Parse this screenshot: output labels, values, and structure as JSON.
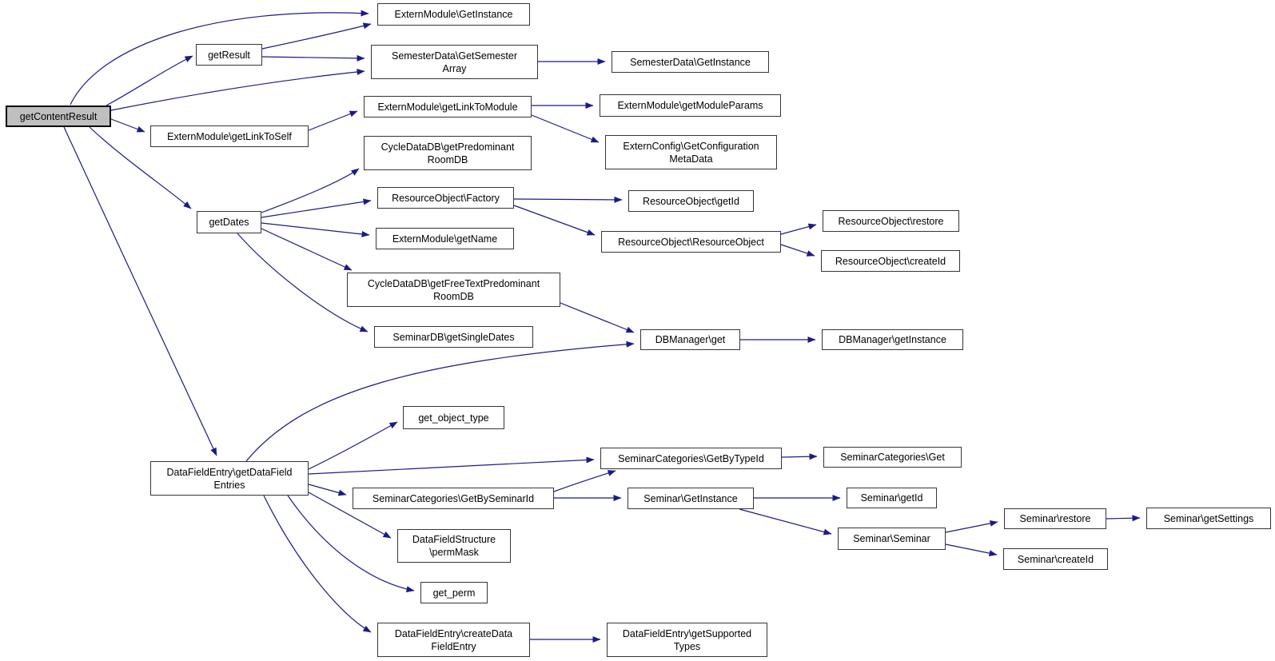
{
  "diagram": {
    "kind": "call-graph",
    "root": "getContentResult",
    "colors": {
      "edge": "#1b1b85",
      "node_border": "#35353a",
      "node_fill": "#ffffff",
      "root_fill": "#bfbfbf",
      "text": "#000000",
      "background": "#ffffff"
    }
  },
  "nodes": [
    {
      "id": "getContentResult",
      "label": "getContentResult"
    },
    {
      "id": "getResult",
      "label": "getResult"
    },
    {
      "id": "ExternModule\\GetInstance",
      "label": "ExternModule\\GetInstance"
    },
    {
      "id": "SemesterData\\GetSemesterArray",
      "label": "SemesterData\\GetSemester\nArray"
    },
    {
      "id": "SemesterData\\GetInstance",
      "label": "SemesterData\\GetInstance"
    },
    {
      "id": "ExternModule\\getLinkToModule",
      "label": "ExternModule\\getLinkToModule"
    },
    {
      "id": "ExternModule\\getLinkToSelf",
      "label": "ExternModule\\getLinkToSelf"
    },
    {
      "id": "CycleDataDB\\getPredominantRoomDB",
      "label": "CycleDataDB\\getPredominant\nRoomDB"
    },
    {
      "id": "ExternModule\\getModuleParams",
      "label": "ExternModule\\getModuleParams"
    },
    {
      "id": "ExternConfig\\GetConfigurationMetaData",
      "label": "ExternConfig\\GetConfiguration\nMetaData"
    },
    {
      "id": "getDates",
      "label": "getDates"
    },
    {
      "id": "ResourceObject\\Factory",
      "label": "ResourceObject\\Factory"
    },
    {
      "id": "ResourceObject\\getId",
      "label": "ResourceObject\\getId"
    },
    {
      "id": "ExternModule\\getName",
      "label": "ExternModule\\getName"
    },
    {
      "id": "ResourceObject\\ResourceObject",
      "label": "ResourceObject\\ResourceObject"
    },
    {
      "id": "ResourceObject\\restore",
      "label": "ResourceObject\\restore"
    },
    {
      "id": "ResourceObject\\createId",
      "label": "ResourceObject\\createId"
    },
    {
      "id": "CycleDataDB\\getFreeTextPredominantRoomDB",
      "label": "CycleDataDB\\getFreeTextPredominant\nRoomDB"
    },
    {
      "id": "SeminarDB\\getSingleDates",
      "label": "SeminarDB\\getSingleDates"
    },
    {
      "id": "DBManager\\get",
      "label": "DBManager\\get"
    },
    {
      "id": "DBManager\\getInstance",
      "label": "DBManager\\getInstance"
    },
    {
      "id": "get_object_type",
      "label": "get_object_type"
    },
    {
      "id": "DataFieldEntry\\getDataFieldEntries",
      "label": "DataFieldEntry\\getDataField\nEntries"
    },
    {
      "id": "SeminarCategories\\GetByTypeId",
      "label": "SeminarCategories\\GetByTypeId"
    },
    {
      "id": "SeminarCategories\\Get",
      "label": "SeminarCategories\\Get"
    },
    {
      "id": "SeminarCategories\\GetBySeminarId",
      "label": "SeminarCategories\\GetBySeminarId"
    },
    {
      "id": "Seminar\\GetInstance",
      "label": "Seminar\\GetInstance"
    },
    {
      "id": "Seminar\\getId",
      "label": "Seminar\\getId"
    },
    {
      "id": "Seminar\\Seminar",
      "label": "Seminar\\Seminar"
    },
    {
      "id": "Seminar\\restore",
      "label": "Seminar\\restore"
    },
    {
      "id": "Seminar\\getSettings",
      "label": "Seminar\\getSettings"
    },
    {
      "id": "Seminar\\createId",
      "label": "Seminar\\createId"
    },
    {
      "id": "DataFieldStructure\\permMask",
      "label": "DataFieldStructure\n\\permMask"
    },
    {
      "id": "get_perm",
      "label": "get_perm"
    },
    {
      "id": "DataFieldEntry\\createDataFieldEntry",
      "label": "DataFieldEntry\\createData\nFieldEntry"
    },
    {
      "id": "DataFieldEntry\\getSupportedTypes",
      "label": "DataFieldEntry\\getSupported\nTypes"
    }
  ],
  "edges": [
    {
      "from": "getContentResult",
      "to": "ExternModule\\GetInstance"
    },
    {
      "from": "getContentResult",
      "to": "getResult"
    },
    {
      "from": "getContentResult",
      "to": "SemesterData\\GetSemesterArray"
    },
    {
      "from": "getContentResult",
      "to": "ExternModule\\getLinkToSelf"
    },
    {
      "from": "getContentResult",
      "to": "getDates"
    },
    {
      "from": "getContentResult",
      "to": "DataFieldEntry\\getDataFieldEntries"
    },
    {
      "from": "getResult",
      "to": "ExternModule\\GetInstance"
    },
    {
      "from": "getResult",
      "to": "SemesterData\\GetSemesterArray"
    },
    {
      "from": "SemesterData\\GetSemesterArray",
      "to": "SemesterData\\GetInstance"
    },
    {
      "from": "ExternModule\\getLinkToSelf",
      "to": "ExternModule\\getLinkToModule"
    },
    {
      "from": "ExternModule\\getLinkToModule",
      "to": "ExternModule\\getModuleParams"
    },
    {
      "from": "ExternModule\\getLinkToModule",
      "to": "ExternConfig\\GetConfigurationMetaData"
    },
    {
      "from": "getDates",
      "to": "CycleDataDB\\getPredominantRoomDB"
    },
    {
      "from": "getDates",
      "to": "ResourceObject\\Factory"
    },
    {
      "from": "getDates",
      "to": "ExternModule\\getName"
    },
    {
      "from": "getDates",
      "to": "CycleDataDB\\getFreeTextPredominantRoomDB"
    },
    {
      "from": "getDates",
      "to": "SeminarDB\\getSingleDates"
    },
    {
      "from": "ResourceObject\\Factory",
      "to": "ResourceObject\\getId"
    },
    {
      "from": "ResourceObject\\Factory",
      "to": "ResourceObject\\ResourceObject"
    },
    {
      "from": "ResourceObject\\ResourceObject",
      "to": "ResourceObject\\restore"
    },
    {
      "from": "ResourceObject\\ResourceObject",
      "to": "ResourceObject\\createId"
    },
    {
      "from": "CycleDataDB\\getFreeTextPredominantRoomDB",
      "to": "DBManager\\get"
    },
    {
      "from": "DataFieldEntry\\getDataFieldEntries",
      "to": "DBManager\\get"
    },
    {
      "from": "DBManager\\get",
      "to": "DBManager\\getInstance"
    },
    {
      "from": "DataFieldEntry\\getDataFieldEntries",
      "to": "get_object_type"
    },
    {
      "from": "DataFieldEntry\\getDataFieldEntries",
      "to": "SeminarCategories\\GetByTypeId"
    },
    {
      "from": "DataFieldEntry\\getDataFieldEntries",
      "to": "SeminarCategories\\GetBySeminarId"
    },
    {
      "from": "DataFieldEntry\\getDataFieldEntries",
      "to": "DataFieldStructure\\permMask"
    },
    {
      "from": "DataFieldEntry\\getDataFieldEntries",
      "to": "get_perm"
    },
    {
      "from": "DataFieldEntry\\getDataFieldEntries",
      "to": "DataFieldEntry\\createDataFieldEntry"
    },
    {
      "from": "SeminarCategories\\GetByTypeId",
      "to": "SeminarCategories\\Get"
    },
    {
      "from": "SeminarCategories\\GetBySeminarId",
      "to": "SeminarCategories\\GetByTypeId"
    },
    {
      "from": "SeminarCategories\\GetBySeminarId",
      "to": "Seminar\\GetInstance"
    },
    {
      "from": "Seminar\\GetInstance",
      "to": "Seminar\\getId"
    },
    {
      "from": "Seminar\\GetInstance",
      "to": "Seminar\\Seminar"
    },
    {
      "from": "Seminar\\Seminar",
      "to": "Seminar\\restore"
    },
    {
      "from": "Seminar\\Seminar",
      "to": "Seminar\\createId"
    },
    {
      "from": "Seminar\\restore",
      "to": "Seminar\\getSettings"
    },
    {
      "from": "DataFieldEntry\\createDataFieldEntry",
      "to": "DataFieldEntry\\getSupportedTypes"
    }
  ]
}
